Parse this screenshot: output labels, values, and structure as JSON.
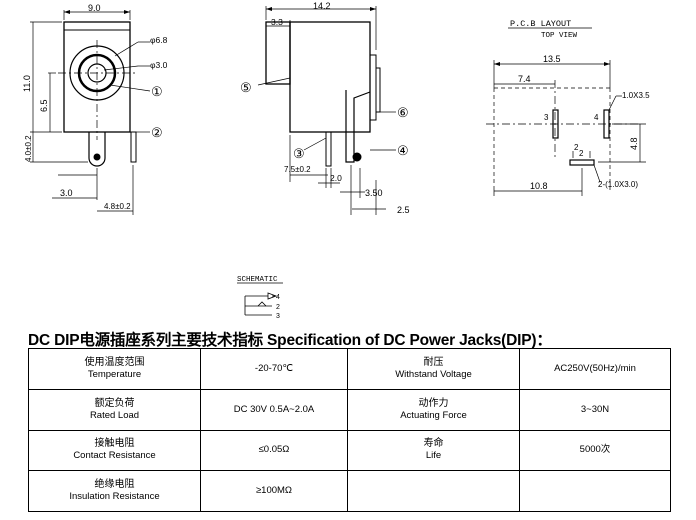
{
  "drawing": {
    "front_view": {
      "dim_width": "9.0",
      "dim_height": "11.0",
      "dim_center": "6.5",
      "dim_outer_dia": "φ6.8",
      "dim_pin_dia": "φ3.0",
      "dim_pin_width": "4.0±0.2",
      "dim_left_offset": "3.0",
      "dim_right_offset": "4.8±0.2",
      "callout_1": "①",
      "callout_2": "②"
    },
    "side_view": {
      "dim_length": "14.2",
      "dim_front": "3.3",
      "dim_pin_offset": "7.5±0.2",
      "dim_pin_width": "2.0",
      "dim_pin_gap": "3.50",
      "dim_pin_thickness": "2.5",
      "callout_3": "③",
      "callout_4": "④",
      "callout_5": "⑤",
      "callout_6": "⑥"
    },
    "pcb_layout": {
      "title": "P.C.B LAYOUT",
      "subtitle": "TOP VIEW",
      "dim_width": "13.5",
      "dim_offset": "7.4",
      "dim_pad_size": "1.0X3.5",
      "dim_height": "4.8",
      "dim_bottom": "10.8",
      "dim_pad2_offset": "2",
      "dim_pad2_size": "2-(1.0X3.0)",
      "pad_label_3": "3",
      "pad_label_4": "4",
      "pad_label_2": "2"
    },
    "schematic": {
      "title": "SCHEMATIC",
      "pin_4": "4",
      "pin_2": "2",
      "pin_3": "3"
    }
  },
  "spec": {
    "title": "DC DIP电源插座系列主要技术指标 Specification of DC Power Jacks(DIP)：",
    "rows": [
      {
        "label1_cn": "使用温度范围",
        "label1_en": "Temperature",
        "value1": "-20-70℃",
        "label2_cn": "耐压",
        "label2_en": "Withstand Voltage",
        "value2": "AC250V(50Hz)/min"
      },
      {
        "label1_cn": "额定负荷",
        "label1_en": "Rated Load",
        "value1": "DC 30V 0.5A~2.0A",
        "label2_cn": "动作力",
        "label2_en": "Actuating Force",
        "value2": "3~30N"
      },
      {
        "label1_cn": "接触电阻",
        "label1_en": "Contact Resistance",
        "value1": "≤0.05Ω",
        "label2_cn": "寿命",
        "label2_en": "Life",
        "value2": "5000次"
      },
      {
        "label1_cn": "绝缘电阻",
        "label1_en": "Insulation Resistance",
        "value1": "≥100MΩ",
        "label2_cn": "",
        "label2_en": "",
        "value2": ""
      }
    ]
  }
}
